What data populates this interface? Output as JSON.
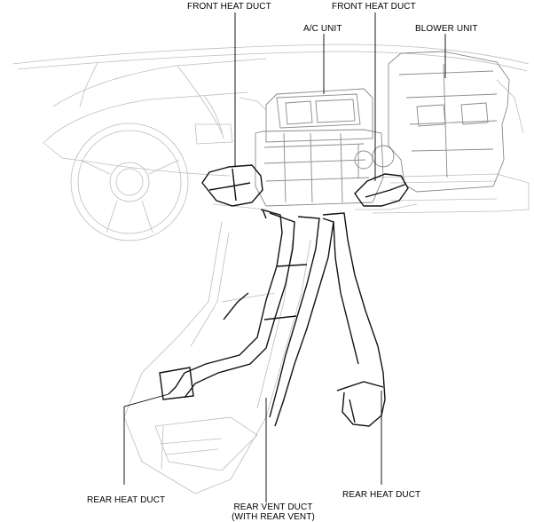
{
  "labels": {
    "front_heat_duct_left": "FRONT HEAT DUCT",
    "front_heat_duct_right": "FRONT HEAT DUCT",
    "ac_unit": "A/C UNIT",
    "blower_unit": "BLOWER UNIT",
    "rear_heat_duct_left": "REAR HEAT DUCT",
    "rear_vent_duct_line1": "REAR VENT DUCT",
    "rear_vent_duct_line2": "(WITH REAR VENT)",
    "rear_heat_duct_right": "REAR HEAT DUCT"
  }
}
